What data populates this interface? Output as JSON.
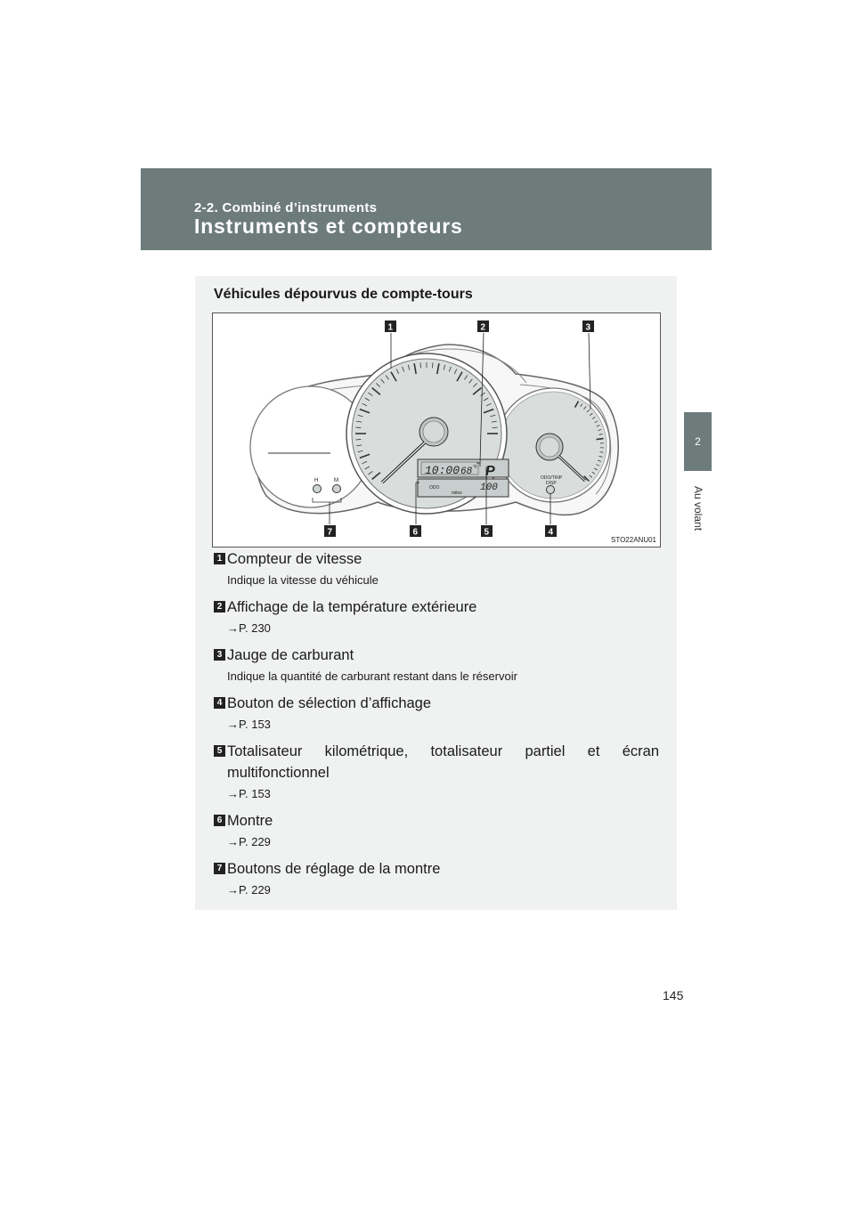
{
  "header": {
    "section": "2-2. Combiné d’instruments",
    "title": "Instruments et compteurs"
  },
  "sidebar": {
    "chapter_number": "2",
    "chapter_label": "Au volant"
  },
  "content": {
    "section_title": "Véhicules dépourvus de compte-tours",
    "figure": {
      "code": "STO22ANU01",
      "callouts": [
        "1",
        "2",
        "3",
        "4",
        "5",
        "6",
        "7"
      ],
      "display": {
        "clock": "10:00",
        "temperature": "68",
        "temp_unit": "°F",
        "gear": "P",
        "odo_label": "ODO",
        "odo_value": "100",
        "unit": "miles",
        "button_label_1": "ODO/TRIP",
        "button_label_2": "DISP",
        "clock_button_h": "H",
        "clock_button_m": "M"
      }
    },
    "items": [
      {
        "number": "1",
        "title": "Compteur de vitesse",
        "desc": "Indique la vitesse du véhicule"
      },
      {
        "number": "2",
        "title": "Affichage de la température extérieure",
        "ref": "→P. 230"
      },
      {
        "number": "3",
        "title": "Jauge de carburant",
        "desc": "Indique la quantité de carburant restant dans le réservoir"
      },
      {
        "number": "4",
        "title": "Bouton de sélection d’affichage",
        "ref": "→P. 153"
      },
      {
        "number": "5",
        "title": "Totalisateur kilométrique, totalisateur partiel et écran",
        "title2": "multifonctionnel",
        "ref": "→P. 153"
      },
      {
        "number": "6",
        "title": "Montre",
        "ref": "→P. 229"
      },
      {
        "number": "7",
        "title": "Boutons de réglage de la montre",
        "ref": "→P. 229"
      }
    ]
  },
  "page_number": "145"
}
